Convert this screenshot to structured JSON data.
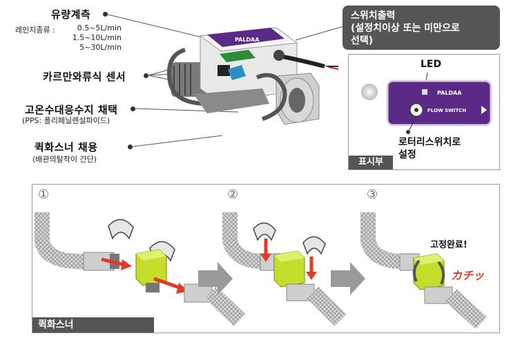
{
  "top": {
    "flow_title": "유량계측",
    "range_label": "레인지종류 :",
    "ranges": [
      "0.5~5L/min",
      "1.5~10L/min",
      "5~30L/min"
    ],
    "sensor_label": "카르만와류식 센서",
    "resin_label": "고온수대응수지 채택",
    "resin_sub": "(PPS: 폴리페닐렌설파이드)",
    "fastener_label": "퀵화스너 채용",
    "fastener_sub": "(배관의탈착이 간단)",
    "switch_box_title": "스위치출력\n(설정치이상 또는 미만으로\n선택)",
    "brand": "PALDAA",
    "led_label": "LED",
    "display_brand": "PALDAA",
    "flow_switch_text": "FLOW SWITCH",
    "rotary_label": "로터리스위치로\n설정",
    "display_tag": "표시부"
  },
  "bottom": {
    "steps": [
      "①",
      "②",
      "③"
    ],
    "complete_label": "고정완료!",
    "click_sound": "カチッ",
    "panel_tag": "퀵화스너"
  },
  "colors": {
    "purple": "#5b2a86",
    "dark_tag": "#555555",
    "arrow_red": "#e03a2a",
    "body_lime": "#c6dd2b",
    "gray_arrow": "#9a9a9a"
  }
}
